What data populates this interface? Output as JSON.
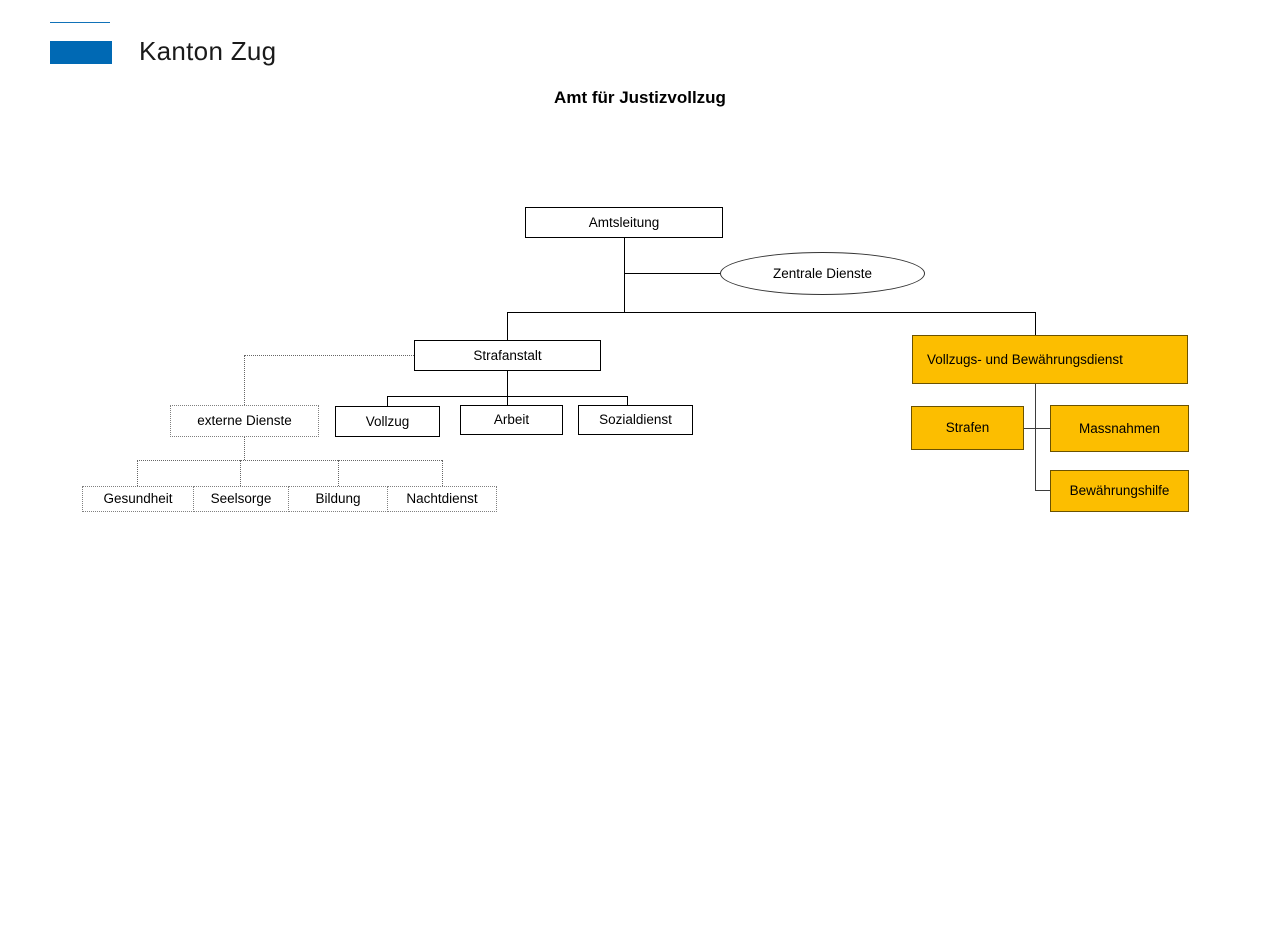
{
  "header": {
    "logo_text": "Kanton Zug",
    "logo_mark_name": "kanton-zug-logo",
    "brand_blue": "#0069B4",
    "rule_blue": "#1172B8"
  },
  "chart": {
    "title": "Amt für Justizvollzug",
    "accent_orange": "#FCBE00",
    "orange_border": "#6B5200",
    "type": "org-chart"
  },
  "nodes": {
    "amtsleitung": {
      "label": "Amtsleitung",
      "shape": "rect",
      "style": "solid"
    },
    "zentrale_dienste": {
      "label": "Zentrale Dienste",
      "shape": "ellipse",
      "style": "solid"
    },
    "strafanstalt": {
      "label": "Strafanstalt",
      "shape": "rect",
      "style": "solid"
    },
    "externe_dienste": {
      "label": "externe Dienste",
      "shape": "rect",
      "style": "dotted"
    },
    "vollzug": {
      "label": "Vollzug",
      "shape": "rect",
      "style": "solid"
    },
    "arbeit": {
      "label": "Arbeit",
      "shape": "rect",
      "style": "solid"
    },
    "sozialdienst": {
      "label": "Sozialdienst",
      "shape": "rect",
      "style": "solid"
    },
    "gesundheit": {
      "label": "Gesundheit",
      "shape": "rect",
      "style": "dotted"
    },
    "seelsorge": {
      "label": "Seelsorge",
      "shape": "rect",
      "style": "dotted"
    },
    "bildung": {
      "label": "Bildung",
      "shape": "rect",
      "style": "dotted"
    },
    "nachtdienst": {
      "label": "Nachtdienst",
      "shape": "rect",
      "style": "dotted"
    },
    "vollzugs_bewaehrungsdienst": {
      "label": "Vollzugs-  und Bewährungsdienst",
      "shape": "rect",
      "style": "orange"
    },
    "strafen": {
      "label": "Strafen",
      "shape": "rect",
      "style": "orange"
    },
    "massnahmen": {
      "label": "Massnahmen",
      "shape": "rect",
      "style": "orange"
    },
    "bewaehrungshilfe": {
      "label": "Bewährungshilfe",
      "shape": "rect",
      "style": "orange"
    }
  }
}
